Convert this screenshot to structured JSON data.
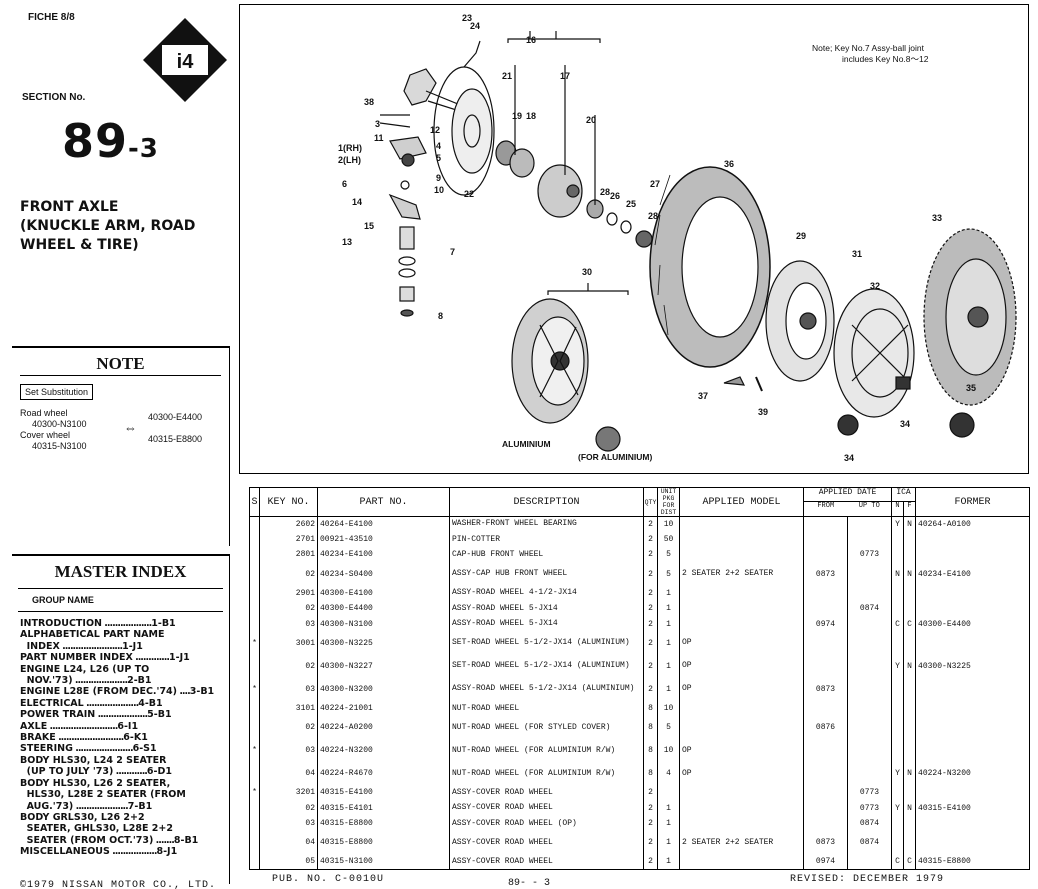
{
  "header": {
    "fiche": "FICHE 8/8",
    "badge": "i4",
    "section_label": "SECTION No.",
    "section_number": "89",
    "section_suffix": "-3",
    "title_lines": [
      "FRONT AXLE",
      "(KNUCKLE ARM, ROAD",
      "WHEEL & TIRE)"
    ]
  },
  "note": {
    "title": "NOTE",
    "set_substitution": "Set Substitution",
    "left_lines": [
      "Road wheel",
      "40300-N3100",
      "Cover wheel",
      "40315-N3100"
    ],
    "arrow": "⇔",
    "right_lines": [
      "40300-E4400",
      "40315-E8800"
    ]
  },
  "master_index": {
    "title": "MASTER INDEX",
    "group_name": "GROUP NAME",
    "items": [
      {
        "label": "INTRODUCTION",
        "page": "1-B1"
      },
      {
        "label": "ALPHABETICAL PART NAME",
        "page": ""
      },
      {
        "label": "  INDEX",
        "page": "1-J1"
      },
      {
        "label": "PART NUMBER INDEX",
        "page": "1-J1"
      },
      {
        "label": "ENGINE L24, L26 (UP TO",
        "page": ""
      },
      {
        "label": "  NOV.'73)",
        "page": "2-B1"
      },
      {
        "label": "ENGINE L28E (FROM DEC.'74)",
        "page": "3-B1"
      },
      {
        "label": "ELECTRICAL",
        "page": "4-B1"
      },
      {
        "label": "POWER TRAIN",
        "page": "5-B1"
      },
      {
        "label": "AXLE",
        "page": "6-I1"
      },
      {
        "label": "BRAKE",
        "page": "6-K1"
      },
      {
        "label": "STEERING",
        "page": "6-S1"
      },
      {
        "label": "BODY HLS30, L24 2 SEATER",
        "page": ""
      },
      {
        "label": "  (UP TO JULY '73)",
        "page": "6-D1"
      },
      {
        "label": "BODY HLS30, L26 2 SEATER,",
        "page": ""
      },
      {
        "label": "  HLS30, L28E 2 SEATER (FROM",
        "page": ""
      },
      {
        "label": "  AUG.'73)",
        "page": "7-B1"
      },
      {
        "label": "BODY GRLS30, L26 2+2",
        "page": ""
      },
      {
        "label": "  SEATER, GHLS30, L28E 2+2",
        "page": ""
      },
      {
        "label": "  SEATER (FROM OCT.'73)",
        "page": "8-B1"
      },
      {
        "label": "MISCELLANEOUS",
        "page": "8-J1"
      }
    ]
  },
  "diagram": {
    "note_lines": [
      "Note; Key No.7 Assy-ball joint",
      "includes Key No.8～12"
    ],
    "label_aluminium": "ALUMINIUM",
    "label_for_aluminium": "(FOR ALUMINIUM)",
    "callouts": [
      {
        "id": "c23",
        "text": "23"
      },
      {
        "id": "c24",
        "text": "24"
      },
      {
        "id": "c16",
        "text": "16"
      },
      {
        "id": "c21",
        "text": "21"
      },
      {
        "id": "c17",
        "text": "17"
      },
      {
        "id": "c38",
        "text": "38"
      },
      {
        "id": "c3",
        "text": "3"
      },
      {
        "id": "c12",
        "text": "12"
      },
      {
        "id": "c11",
        "text": "11"
      },
      {
        "id": "c19",
        "text": "19"
      },
      {
        "id": "c18",
        "text": "18"
      },
      {
        "id": "c20",
        "text": "20"
      },
      {
        "id": "c1rh",
        "text": "1(RH)"
      },
      {
        "id": "c2lh",
        "text": "2(LH)"
      },
      {
        "id": "c4",
        "text": "4"
      },
      {
        "id": "c5",
        "text": "5"
      },
      {
        "id": "c9",
        "text": "9"
      },
      {
        "id": "c6",
        "text": "6"
      },
      {
        "id": "c10",
        "text": "10"
      },
      {
        "id": "c22",
        "text": "22"
      },
      {
        "id": "c36",
        "text": "36"
      },
      {
        "id": "c14",
        "text": "14"
      },
      {
        "id": "c27",
        "text": "27"
      },
      {
        "id": "c26",
        "text": "26"
      },
      {
        "id": "c25",
        "text": "25"
      },
      {
        "id": "c28a",
        "text": "28"
      },
      {
        "id": "c28b",
        "text": "28"
      },
      {
        "id": "c15",
        "text": "15"
      },
      {
        "id": "c13",
        "text": "13"
      },
      {
        "id": "c7",
        "text": "7"
      },
      {
        "id": "c33",
        "text": "33"
      },
      {
        "id": "c29",
        "text": "29"
      },
      {
        "id": "c31",
        "text": "31"
      },
      {
        "id": "c30",
        "text": "30"
      },
      {
        "id": "c32",
        "text": "32"
      },
      {
        "id": "c8",
        "text": "8"
      },
      {
        "id": "c37",
        "text": "37"
      },
      {
        "id": "c39",
        "text": "39"
      },
      {
        "id": "c34a",
        "text": "34"
      },
      {
        "id": "c35",
        "text": "35"
      },
      {
        "id": "c34b",
        "text": "34"
      }
    ]
  },
  "table": {
    "headers": {
      "s": "S",
      "key": "KEY NO.",
      "part": "PART  NO.",
      "desc": "DESCRIPTION",
      "qty": "QTY",
      "unit": "UNIT PKG FOR DIST",
      "model": "APPLIED MODEL",
      "applied_date": "APPLIED DATE",
      "from": "FROM",
      "up_to": "UP TO",
      "ica": "ICA",
      "n": "N",
      "f": "F",
      "former": "FORMER"
    },
    "rows": [
      {
        "s": "",
        "key": "2602",
        "part": "40264-E4100",
        "desc": "WASHER-FRONT WHEEL BEARING",
        "qty": "2",
        "unit": "10",
        "model": "",
        "from": "",
        "to": "",
        "n": "Y",
        "f": "N",
        "former": "40264-A0100"
      },
      {
        "s": "",
        "key": "2701",
        "part": "00921-43510",
        "desc": "PIN-COTTER",
        "qty": "2",
        "unit": "50",
        "model": "",
        "from": "",
        "to": "",
        "n": "",
        "f": "",
        "former": ""
      },
      {
        "s": "",
        "key": "2801",
        "part": "40234-E4100",
        "desc": "CAP-HUB FRONT WHEEL",
        "qty": "2",
        "unit": "5",
        "model": "",
        "from": "",
        "to": "0773",
        "n": "",
        "f": "",
        "former": ""
      },
      {
        "s": "",
        "key": "02",
        "part": "40234-S0400",
        "desc": "ASSY-CAP HUB FRONT WHEEL",
        "qty": "2",
        "unit": "5",
        "model": "2 SEATER 2+2 SEATER",
        "from": "0873",
        "to": "",
        "n": "N",
        "f": "N",
        "former": "40234-E4100"
      },
      {
        "s": "",
        "key": "2901",
        "part": "40300-E4100",
        "desc": "ASSY-ROAD WHEEL 4-1/2-JX14",
        "qty": "2",
        "unit": "1",
        "model": "",
        "from": "",
        "to": "",
        "n": "",
        "f": "",
        "former": ""
      },
      {
        "s": "",
        "key": "02",
        "part": "40300-E4400",
        "desc": "ASSY-ROAD WHEEL 5-JX14",
        "qty": "2",
        "unit": "1",
        "model": "",
        "from": "",
        "to": "0874",
        "n": "",
        "f": "",
        "former": ""
      },
      {
        "s": "",
        "key": "03",
        "part": "40300-N3100",
        "desc": "ASSY-ROAD WHEEL 5-JX14",
        "qty": "2",
        "unit": "1",
        "model": "",
        "from": "0974",
        "to": "",
        "n": "C",
        "f": "C",
        "former": "40300-E4400"
      },
      {
        "s": "*",
        "key": "3001",
        "part": "40300-N3225",
        "desc": "SET-ROAD WHEEL 5-1/2-JX14 (ALUMINIUM)",
        "qty": "2",
        "unit": "1",
        "model": "OP",
        "from": "",
        "to": "",
        "n": "",
        "f": "",
        "former": ""
      },
      {
        "s": "",
        "key": "02",
        "part": "40300-N3227",
        "desc": "SET-ROAD WHEEL 5-1/2-JX14 (ALUMINIUM)",
        "qty": "2",
        "unit": "1",
        "model": "OP",
        "from": "",
        "to": "",
        "n": "Y",
        "f": "N",
        "former": "40300-N3225"
      },
      {
        "s": "*",
        "key": "03",
        "part": "40300-N3200",
        "desc": "ASSY-ROAD WHEEL 5-1/2-JX14 (ALUMINIUM)",
        "qty": "2",
        "unit": "1",
        "model": "OP",
        "from": "0873",
        "to": "",
        "n": "",
        "f": "",
        "former": ""
      },
      {
        "s": "",
        "key": "3101",
        "part": "40224-21001",
        "desc": "NUT-ROAD WHEEL",
        "qty": "8",
        "unit": "10",
        "model": "",
        "from": "",
        "to": "",
        "n": "",
        "f": "",
        "former": ""
      },
      {
        "s": "",
        "key": "02",
        "part": "40224-A0200",
        "desc": "NUT-ROAD WHEEL (FOR STYLED COVER)",
        "qty": "8",
        "unit": "5",
        "model": "",
        "from": "0876",
        "to": "",
        "n": "",
        "f": "",
        "former": ""
      },
      {
        "s": "*",
        "key": "03",
        "part": "40224-N3200",
        "desc": "NUT-ROAD WHEEL (FOR ALUMINIUM R/W)",
        "qty": "8",
        "unit": "10",
        "model": "OP",
        "from": "",
        "to": "",
        "n": "",
        "f": "",
        "former": ""
      },
      {
        "s": "",
        "key": "04",
        "part": "40224-R4670",
        "desc": "NUT-ROAD WHEEL (FOR ALUMINIUM R/W)",
        "qty": "8",
        "unit": "4",
        "model": "OP",
        "from": "",
        "to": "",
        "n": "Y",
        "f": "N",
        "former": "40224-N3200"
      },
      {
        "s": "*",
        "key": "3201",
        "part": "40315-E4100",
        "desc": "ASSY-COVER ROAD WHEEL",
        "qty": "2",
        "unit": "",
        "model": "",
        "from": "",
        "to": "0773",
        "n": "",
        "f": "",
        "former": ""
      },
      {
        "s": "",
        "key": "02",
        "part": "40315-E4101",
        "desc": "ASSY-COVER ROAD WHEEL",
        "qty": "2",
        "unit": "1",
        "model": "",
        "from": "",
        "to": "0773",
        "n": "Y",
        "f": "N",
        "former": "40315-E4100"
      },
      {
        "s": "",
        "key": "03",
        "part": "40315-E8800",
        "desc": "ASSY-COVER ROAD WHEEL (OP)",
        "qty": "2",
        "unit": "1",
        "model": "",
        "from": "",
        "to": "0874",
        "n": "",
        "f": "",
        "former": ""
      },
      {
        "s": "",
        "key": "04",
        "part": "40315-E8800",
        "desc": "ASSY-COVER ROAD WHEEL",
        "qty": "2",
        "unit": "1",
        "model": "2 SEATER 2+2 SEATER",
        "from": "0873",
        "to": "0874",
        "n": "",
        "f": "",
        "former": ""
      },
      {
        "s": "",
        "key": "05",
        "part": "40315-N3100",
        "desc": "ASSY-COVER ROAD WHEEL",
        "qty": "2",
        "unit": "1",
        "model": "",
        "from": "0974",
        "to": "",
        "n": "C",
        "f": "C",
        "former": "40315-E8800"
      }
    ]
  },
  "footer": {
    "copyright": "©1979 NISSAN MOTOR CO., LTD.",
    "pub": "PUB. NO. C-0010U",
    "page": "89- - 3",
    "revised": "REVISED: DECEMBER 1979"
  }
}
